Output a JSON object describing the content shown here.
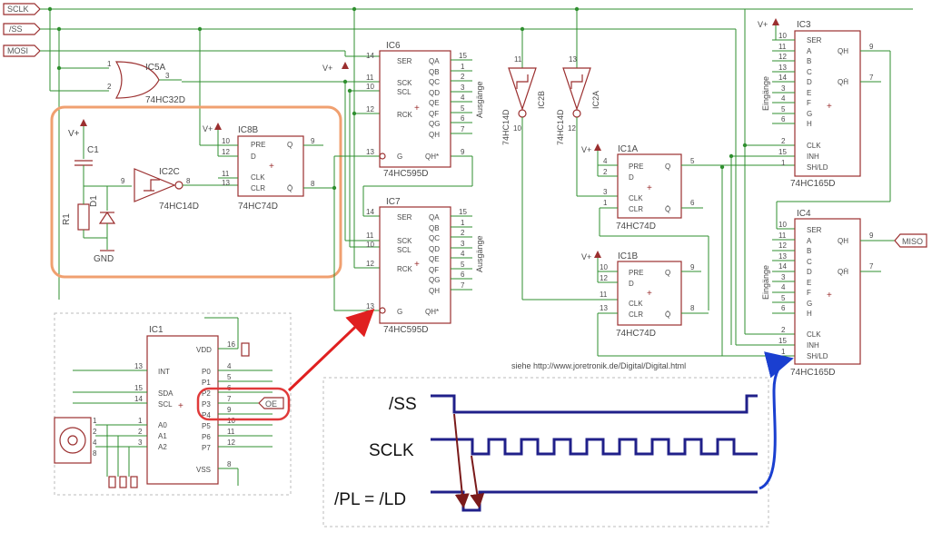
{
  "signals": {
    "sclk": "SCLK",
    "ss": "/SS",
    "mosi": "MOSI",
    "miso": "MISO"
  },
  "ic5a": {
    "name": "IC5A",
    "part": "74HC32D",
    "pin1": "1",
    "pin2": "2",
    "pin3": "3"
  },
  "ic6": {
    "name": "IC6",
    "part": "74HC595D",
    "side": "Ausgänge",
    "pins_left": [
      "SER",
      "SCK",
      "SCL",
      "RCK",
      "G"
    ],
    "pinnums_left": [
      "14",
      "11",
      "10",
      "12",
      "13"
    ],
    "pins_right": [
      "QA",
      "QB",
      "QC",
      "QD",
      "QE",
      "QF",
      "QG",
      "QH",
      "QH*"
    ],
    "pinnums_right": [
      "15",
      "1",
      "2",
      "3",
      "4",
      "5",
      "6",
      "7",
      "9"
    ]
  },
  "ic7": {
    "name": "IC7",
    "part": "74HC595D",
    "side": "Ausgänge",
    "pins_left": [
      "SER",
      "SCK",
      "SCL",
      "RCK",
      "G"
    ],
    "pinnums_left": [
      "14",
      "11",
      "10",
      "12",
      "13"
    ],
    "pins_right": [
      "QA",
      "QB",
      "QC",
      "QD",
      "QE",
      "QF",
      "QG",
      "QH",
      "QH*"
    ],
    "pinnums_right": [
      "15",
      "1",
      "2",
      "3",
      "4",
      "5",
      "6",
      "7",
      "9"
    ]
  },
  "ic8b": {
    "name": "IC8B",
    "part": "74HC74D",
    "pins": [
      "PRE",
      "D",
      "CLK",
      "CLR",
      "Q",
      "Q̄"
    ],
    "nums": [
      "10",
      "12",
      "11",
      "13",
      "9",
      "8"
    ]
  },
  "ic2c": {
    "name": "IC2C",
    "part": "74HC14D",
    "in": "9",
    "out": "8"
  },
  "ic2b": {
    "name": "IC2B",
    "part": "74HC14D",
    "in": "11",
    "out": "10"
  },
  "ic2a": {
    "name": "IC2A",
    "part": "74HC14D",
    "in": "13",
    "out": "12"
  },
  "ic1a": {
    "name": "IC1A",
    "part": "74HC74D",
    "pins": [
      "PRE",
      "D",
      "CLK",
      "CLR",
      "Q",
      "Q̄"
    ],
    "nums": [
      "4",
      "2",
      "3",
      "1",
      "5",
      "6"
    ]
  },
  "ic1b": {
    "name": "IC1B",
    "part": "74HC74D",
    "pins": [
      "PRE",
      "D",
      "CLK",
      "CLR",
      "Q",
      "Q̄"
    ],
    "nums": [
      "10",
      "12",
      "11",
      "13",
      "9",
      "8"
    ]
  },
  "ic3": {
    "name": "IC3",
    "part": "74HC165D",
    "side": "Eingänge",
    "pins_left": [
      "SER",
      "A",
      "B",
      "C",
      "D",
      "E",
      "F",
      "G",
      "H",
      "CLK",
      "INH",
      "SH/LD"
    ],
    "pinnums_left": [
      "10",
      "11",
      "12",
      "13",
      "14",
      "3",
      "4",
      "5",
      "6",
      "2",
      "15",
      "1"
    ],
    "pins_right": [
      "QH",
      "QH̄"
    ],
    "pinnums_right": [
      "9",
      "7"
    ]
  },
  "ic4": {
    "name": "IC4",
    "part": "74HC165D",
    "side": "Eingänge",
    "pins_left": [
      "SER",
      "A",
      "B",
      "C",
      "D",
      "E",
      "F",
      "G",
      "H",
      "CLK",
      "INH",
      "SH/LD"
    ],
    "pinnums_left": [
      "10",
      "11",
      "12",
      "13",
      "14",
      "3",
      "4",
      "5",
      "6",
      "2",
      "15",
      "1"
    ],
    "pins_right": [
      "QH",
      "QH̄"
    ],
    "pinnums_right": [
      "9",
      "7"
    ]
  },
  "rc": {
    "c1": "C1",
    "r1": "R1",
    "d1": "D1",
    "gnd": "GND",
    "vplus": "V+"
  },
  "ic1": {
    "name": "IC1",
    "pins_left": [
      "INT",
      "SDA",
      "SCL",
      "A0",
      "A1",
      "A2"
    ],
    "pinnums_left": [
      "13",
      "15",
      "14",
      "1",
      "2",
      "3"
    ],
    "pins_right": [
      "VDD",
      "P0",
      "P1",
      "P2",
      "P3",
      "P4",
      "P5",
      "P6",
      "P7",
      "VSS"
    ],
    "pinnums_right": [
      "16",
      "4",
      "5",
      "6",
      "7",
      "9",
      "10",
      "11",
      "12",
      "8"
    ],
    "oe": "OE",
    "left_pins_extra": [
      "1",
      "2",
      "4",
      "8"
    ]
  },
  "footnote": "siehe http://www.joretronik.de/Digital/Digital.html",
  "timing": {
    "ss": "/SS",
    "sclk": "SCLK",
    "pl": "/PL = /LD"
  },
  "colors": {
    "wire": "#2f8f2f",
    "part": "#9b2f2f",
    "highlight_orange": "#f0a070",
    "highlight_red": "#e03a3a",
    "arrow_red": "#e02020",
    "arrow_blue": "#1a3fd0",
    "timing_wave": "#20208a"
  }
}
